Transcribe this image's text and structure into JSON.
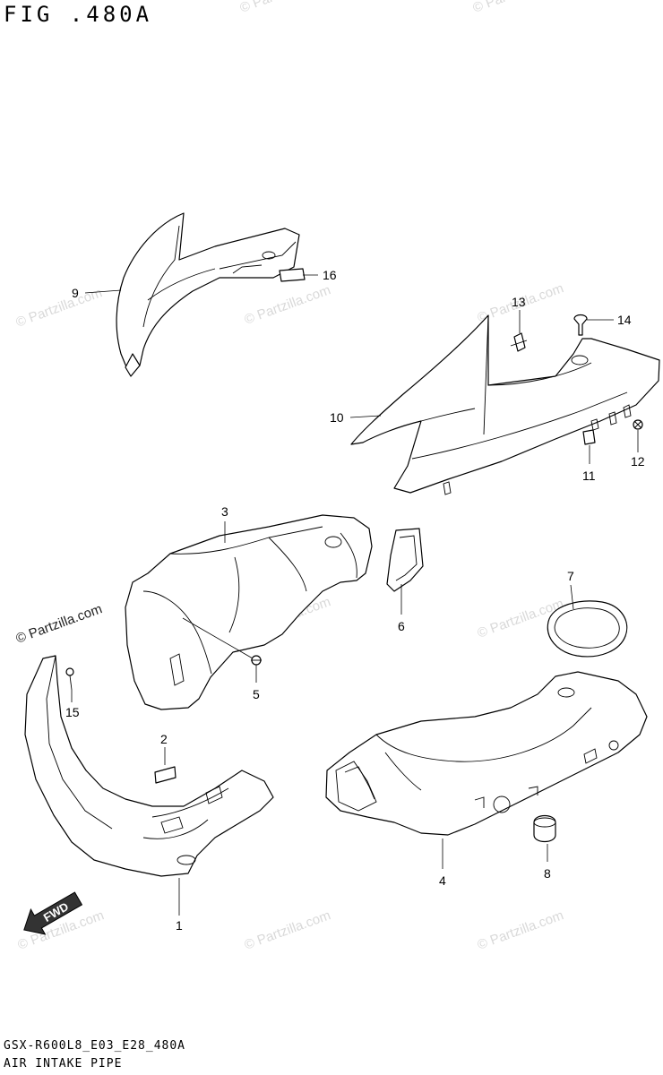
{
  "header": {
    "figure_title": "FIG .480A"
  },
  "footer": {
    "model_code": "GSX-R600L8_E03_E28_480A",
    "section_title": "AIR INTAKE PIPE"
  },
  "watermark": {
    "text": "© Partzilla.com"
  },
  "direction_marker": {
    "label": "FWD"
  },
  "callouts": [
    {
      "id": "1",
      "label": "1"
    },
    {
      "id": "2",
      "label": "2"
    },
    {
      "id": "3",
      "label": "3"
    },
    {
      "id": "4",
      "label": "4"
    },
    {
      "id": "5",
      "label": "5"
    },
    {
      "id": "6",
      "label": "6"
    },
    {
      "id": "7",
      "label": "7"
    },
    {
      "id": "8",
      "label": "8"
    },
    {
      "id": "9",
      "label": "9"
    },
    {
      "id": "10",
      "label": "10"
    },
    {
      "id": "11",
      "label": "11"
    },
    {
      "id": "12",
      "label": "12"
    },
    {
      "id": "13",
      "label": "13"
    },
    {
      "id": "14",
      "label": "14"
    },
    {
      "id": "15",
      "label": "15"
    },
    {
      "id": "16",
      "label": "16"
    }
  ]
}
